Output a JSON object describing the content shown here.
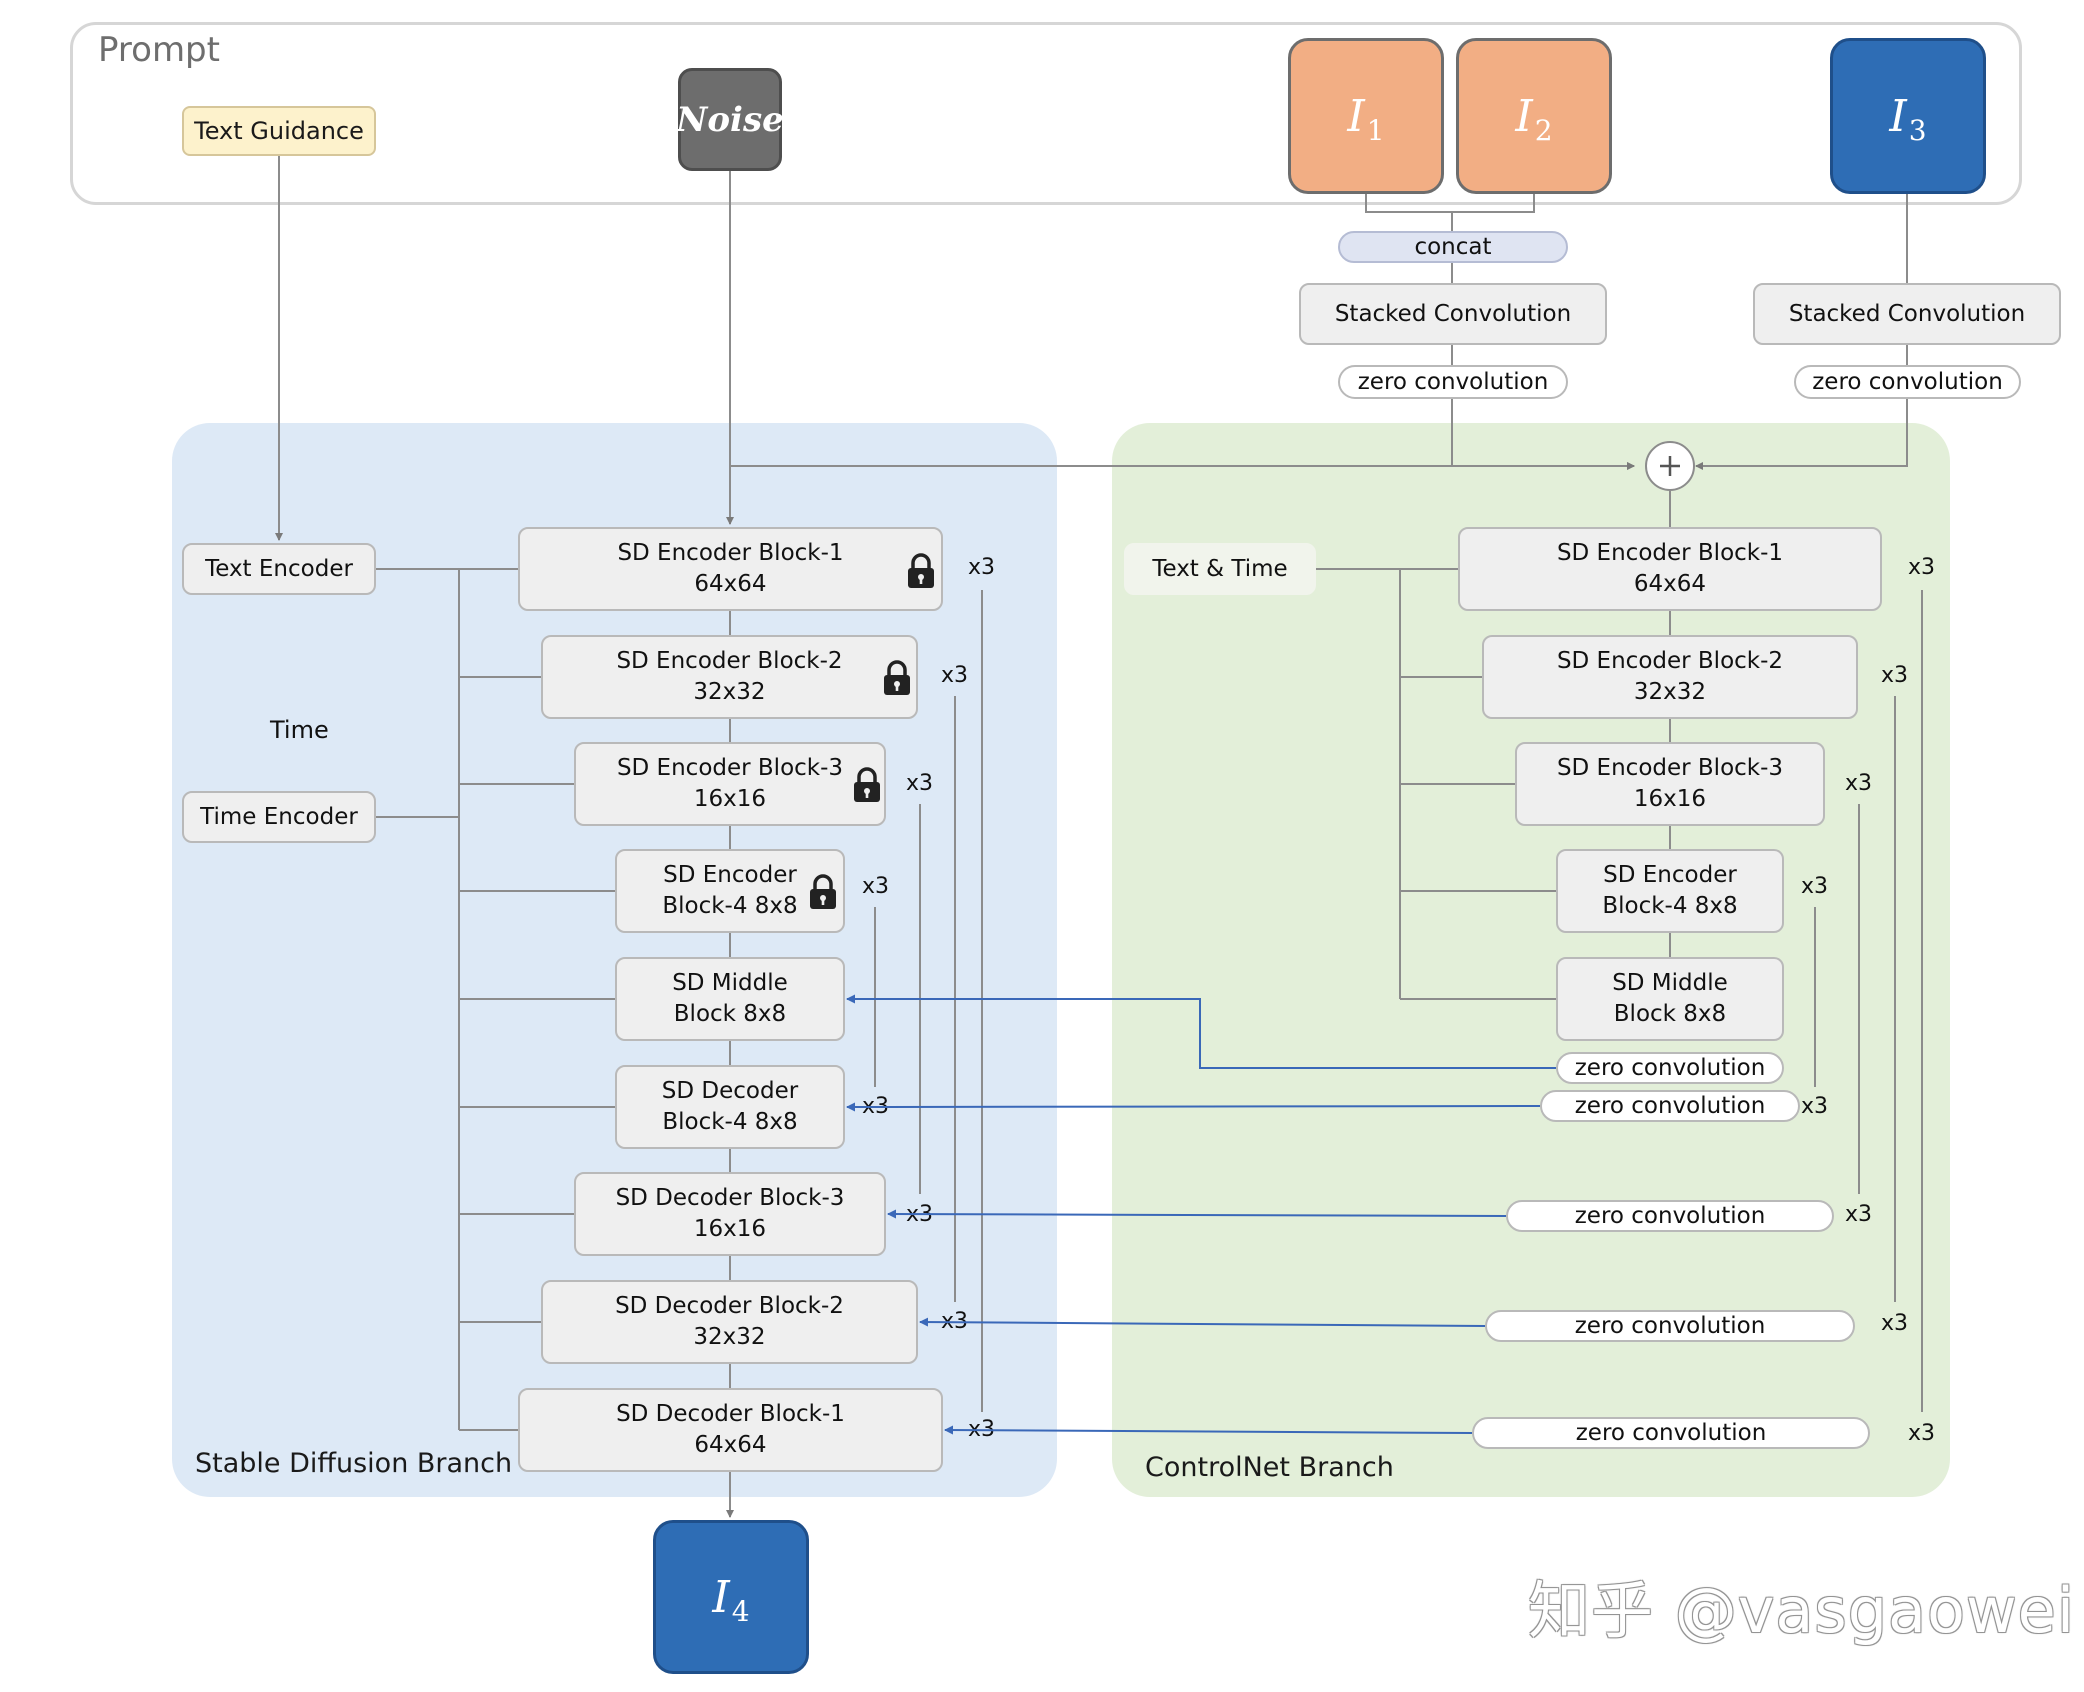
{
  "prompt": {
    "label": "Prompt",
    "text_guidance": "Text Guidance",
    "noise": "Noise"
  },
  "images": {
    "i1": {
      "letter": "I",
      "sub": "1"
    },
    "i2": {
      "letter": "I",
      "sub": "2"
    },
    "i3": {
      "letter": "I",
      "sub": "3"
    },
    "i4": {
      "letter": "I",
      "sub": "4"
    }
  },
  "concat": "concat",
  "stacked_conv": "Stacked Convolution",
  "zero_conv": "zero convolution",
  "repeat": "x3",
  "colors": {
    "image_orange": "#f2ae84",
    "image_blue": "#2e6db5",
    "sd_branch": "#dde9f6",
    "cn_branch": "#e3efd9",
    "skip_arrow": "#3a68b8",
    "noise_box": "#6d6d6d",
    "guidance_box": "#fdf2cc"
  },
  "sd_branch": {
    "label": "Stable Diffusion Branch",
    "text_encoder": "Text Encoder",
    "time": "Time",
    "time_encoder": "Time Encoder",
    "blocks": [
      "SD Encoder Block-1\n64x64",
      "SD Encoder Block-2\n32x32",
      "SD Encoder Block-3\n16x16",
      "SD Encoder\nBlock-4 8x8",
      "SD Middle\nBlock 8x8",
      "SD Decoder\nBlock-4 8x8",
      "SD Decoder Block-3\n16x16",
      "SD Decoder Block-2\n32x32",
      "SD Decoder Block-1\n64x64"
    ]
  },
  "cn_branch": {
    "label": "ControlNet Branch",
    "text_time": "Text & Time",
    "plus": "+",
    "blocks": [
      "SD Encoder Block-1\n64x64",
      "SD Encoder Block-2\n32x32",
      "SD Encoder Block-3\n16x16",
      "SD Encoder\nBlock-4 8x8",
      "SD Middle\nBlock 8x8"
    ]
  },
  "watermark": "知乎 @vasgaowei"
}
